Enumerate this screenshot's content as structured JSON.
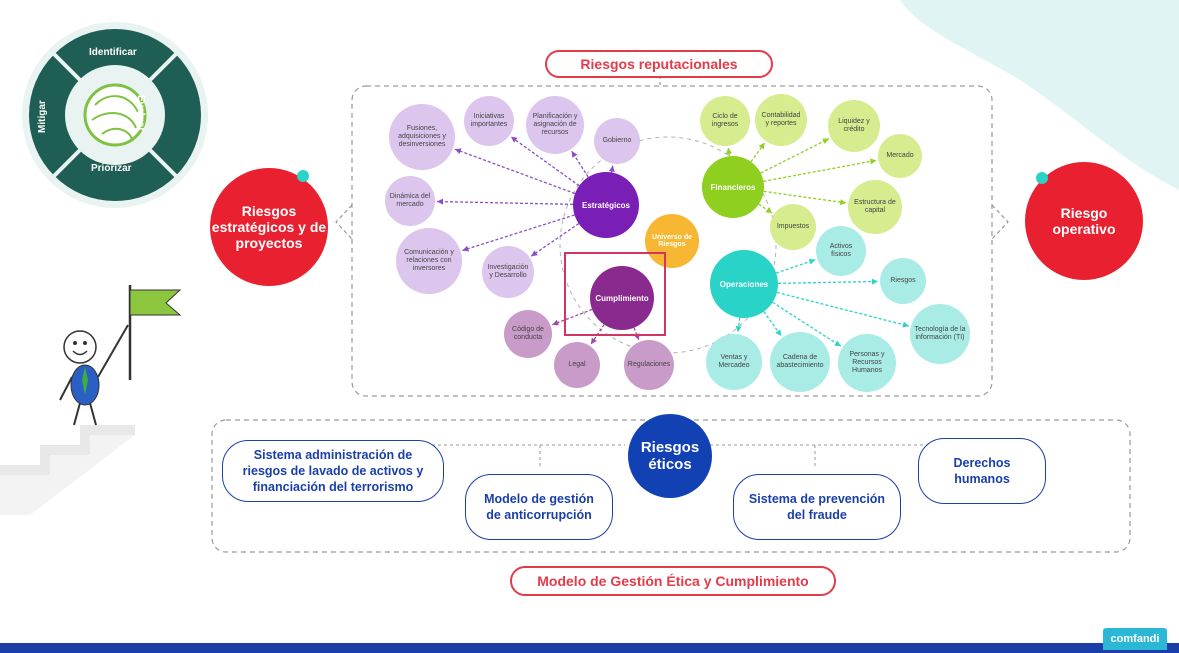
{
  "cycle": {
    "identificar": "Identificar",
    "evaluar": "Evaluar",
    "priorizar": "Priorizar",
    "mitigar": "Mitigar"
  },
  "top_pill": "Riesgos reputacionales",
  "bottom_pill": "Modelo de Gestión Ética y Cumplimiento",
  "left_circle": "Riesgos estratégicos y de proyectos",
  "right_circle": "Riesgo operativo",
  "center": "Universo de Riesgos",
  "hubs": {
    "estrategicos": "Estratégicos",
    "financieros": "Financieros",
    "operaciones": "Operaciones",
    "cumplimiento": "Cumplimiento"
  },
  "strategic_nodes": {
    "fusiones": "Fusiones, adquisiciones y desinversiones",
    "iniciativas": "Iniciativas importantes",
    "planificacion": "Planificación y asignación de recursos",
    "gobierno": "Gobierno",
    "dinamica": "Dinámica del mercado",
    "comunicacion": "Comunicación y relaciones con inversores",
    "investigacion": "Investigación y Desarrollo"
  },
  "financial_nodes": {
    "ciclo": "Ciclo de ingresos",
    "contabilidad": "Contabilidad y reportes",
    "liquidez": "Liquidez y crédito",
    "mercado": "Mercado",
    "estructura": "Estructura de capital",
    "impuestos": "Impuestos"
  },
  "operations_nodes": {
    "activos": "Activos físicos",
    "riesgos": "Riesgos",
    "tecnologia": "Tecnología de la información (TI)",
    "personas": "Personas y Recursos Humanos",
    "cadena": "Cadena de abastecimiento",
    "ventas": "Ventas y Mercadeo"
  },
  "compliance_nodes": {
    "codigo": "Código de conducta",
    "legal": "Legal",
    "regulaciones": "Regulaciones"
  },
  "ethics": {
    "title": "Riesgos éticos",
    "sagrilaft": "Sistema administración de riesgos de lavado de activos y financiación del terrorismo",
    "anticorrupcion": "Modelo de gestión de anticorrupción",
    "fraude": "Sistema de prevención del fraude",
    "ddhh": "Derechos humanos"
  },
  "logo": "comfandi",
  "colors": {
    "red": "#e33b4a",
    "navy": "#1a3fa8",
    "purple_hub": "#7a1fb5",
    "purple_light": "#dcc6ee",
    "green_hub": "#8fcf1f",
    "green_light": "#d6ec8f",
    "teal_hub": "#2ad3c8",
    "teal_light": "#a9ece6",
    "orange": "#f7b733",
    "compliance_hub": "#8a2a8e",
    "compliance_light": "#c99bc9",
    "cycle_dark": "#1f5e54"
  }
}
